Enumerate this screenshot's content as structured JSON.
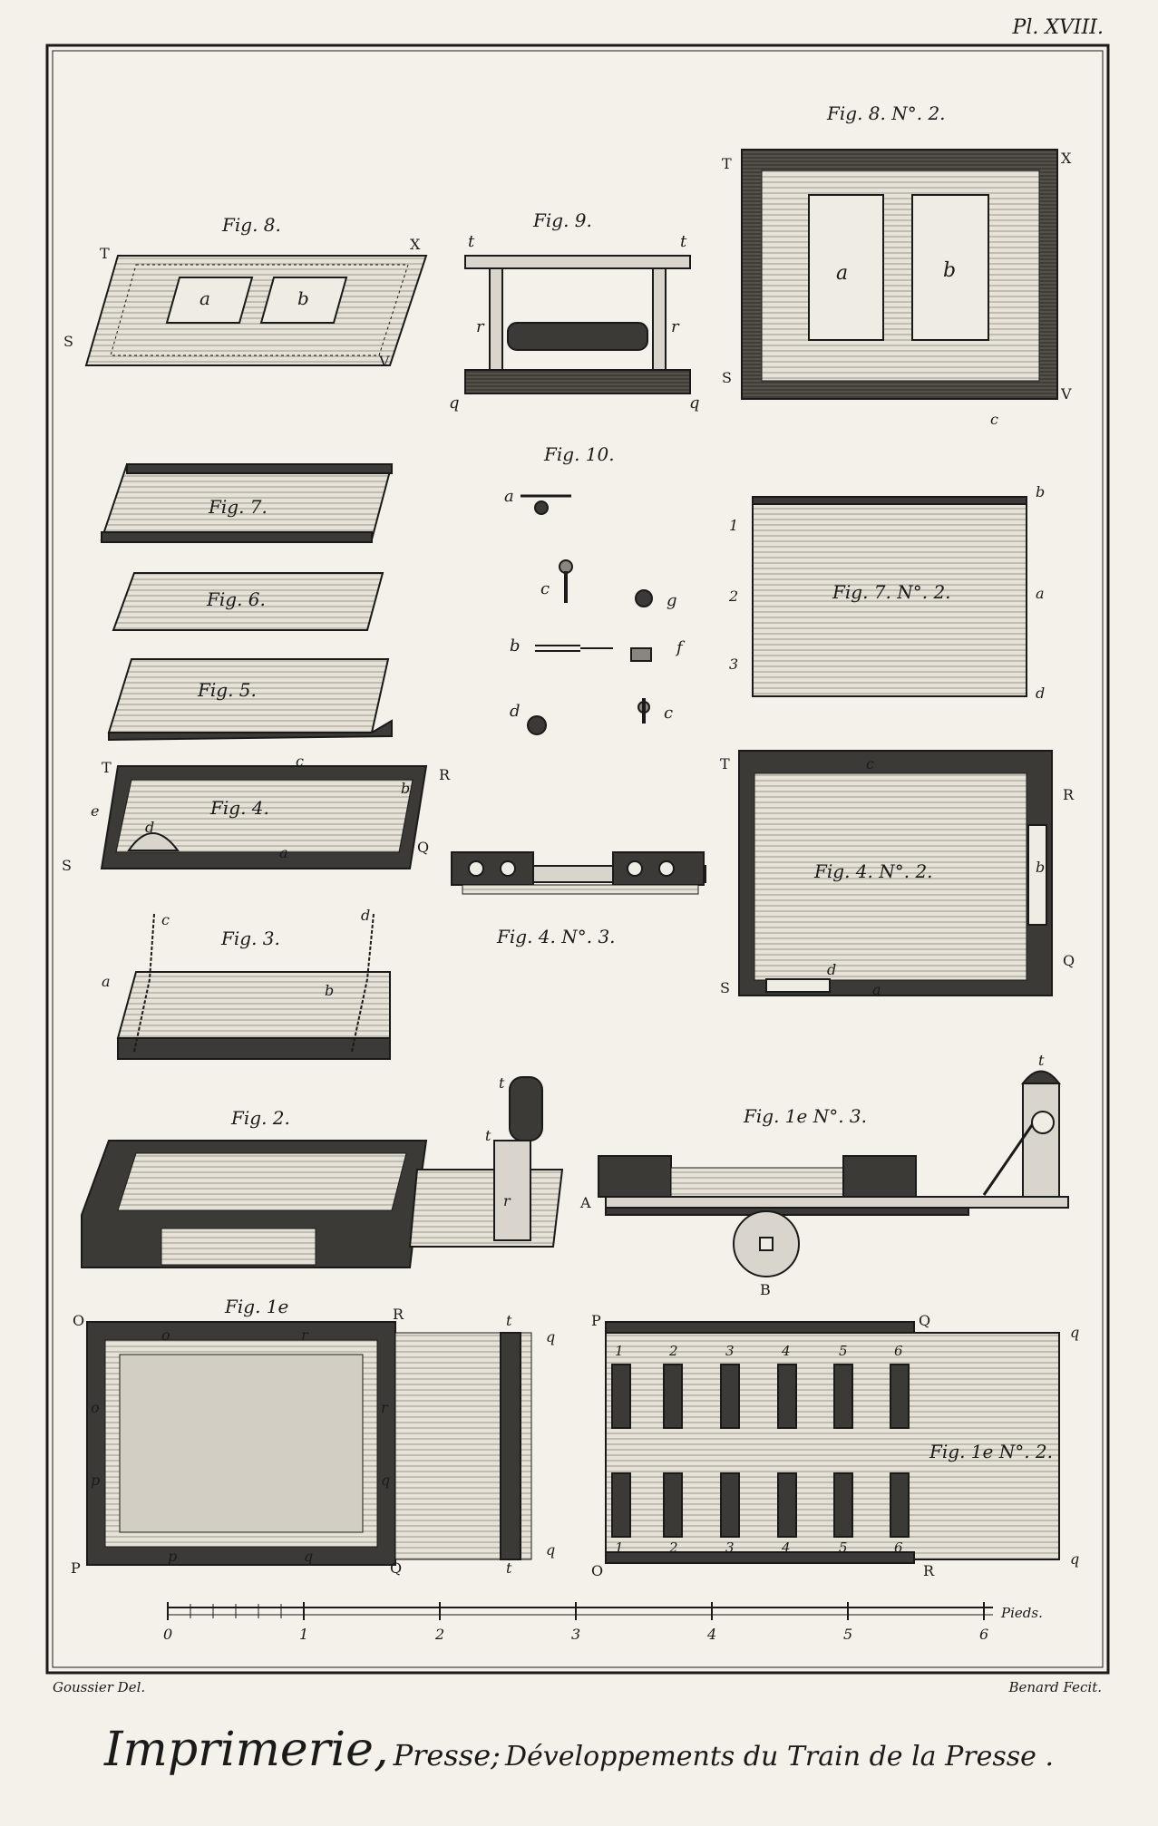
{
  "plate_number": "Pl. XVIII.",
  "credits": {
    "left": "Goussier Del.",
    "right": "Benard Fecit."
  },
  "title": {
    "part1": "Imprimerie,",
    "part2": "Presse;",
    "part3": "Développements du Train de la Presse ."
  },
  "figures": {
    "fig8": "Fig. 8.",
    "fig9": "Fig. 9.",
    "fig8n2": "Fig. 8. N°. 2.",
    "fig7": "Fig. 7.",
    "fig6": "Fig. 6.",
    "fig5": "Fig. 5.",
    "fig4": "Fig. 4.",
    "fig10": "Fig. 10.",
    "fig7n2": "Fig. 7. N°. 2.",
    "fig4n2": "Fig. 4. N°. 2.",
    "fig4n3": "Fig. 4. N°. 3.",
    "fig3": "Fig. 3.",
    "fig2": "Fig. 2.",
    "fig1n3": "Fig. 1e N°. 3.",
    "fig1": "Fig. 1e",
    "fig1n2": "Fig. 1e N°. 2."
  },
  "scale": {
    "ticks": [
      "0",
      "1",
      "2",
      "3",
      "4",
      "5",
      "6"
    ],
    "unit": "Pieds."
  }
}
